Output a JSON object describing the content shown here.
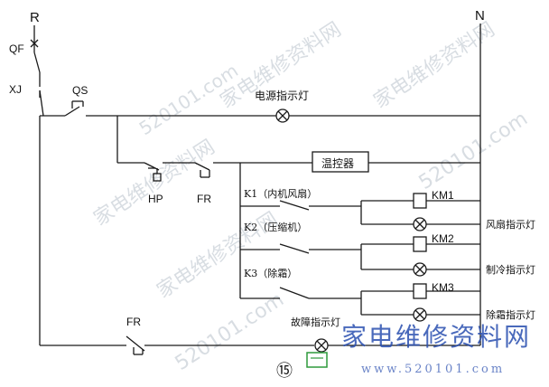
{
  "labels": {
    "r": "R",
    "n": "N",
    "qf": "QF",
    "xj": "XJ",
    "qs": "QS",
    "hp": "HP",
    "fr_top": "FR",
    "fr_bottom": "FR",
    "thermostat": "温控器",
    "power_lamp": "电源指示灯",
    "k1": "K1（内机风扇）",
    "k2": "K2（压缩机）",
    "k3": "K3（除霜）",
    "km1": "KM1",
    "km2": "KM2",
    "km3": "KM3",
    "fan_lamp": "风扇指示灯",
    "cool_lamp": "制冷指示灯",
    "defrost_lamp": "除霜指示灯",
    "fault_lamp": "故障指示灯",
    "figure_no": "⑮"
  },
  "watermark": {
    "text_cn": "家电维修资料网",
    "text_url": "520101.com",
    "banner_cn": "家电维修资料网",
    "banner_url": "www.520101.com"
  },
  "colors": {
    "ink": "#1a1a1a",
    "watermark_grey": "#b9c2cc",
    "banner_blue": "#2a4fb0",
    "banner_green": "#2e9a3c"
  }
}
